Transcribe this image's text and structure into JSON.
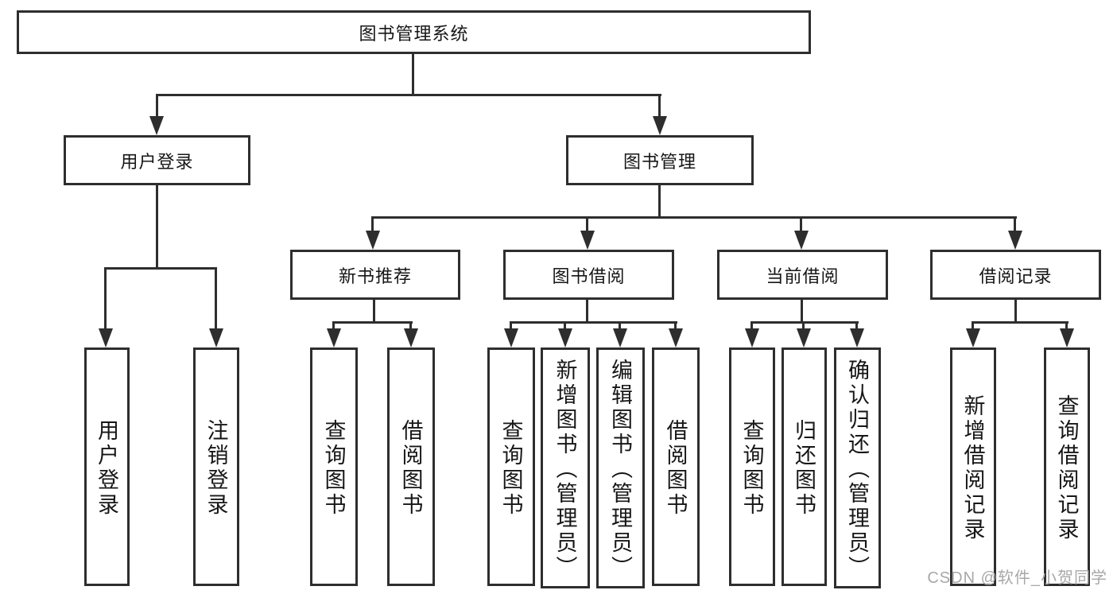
{
  "colors": {
    "line": "#2e2e2e",
    "text": "#161616",
    "watermark": "#a8a8a8",
    "background": "#ffffff"
  },
  "tree": {
    "label": "图书管理系统",
    "children": [
      {
        "label": "用户登录",
        "children": [
          {
            "label": "用户登录"
          },
          {
            "label": "注销登录"
          }
        ]
      },
      {
        "label": "图书管理",
        "children": [
          {
            "label": "新书推荐",
            "children": [
              {
                "label": "查询图书"
              },
              {
                "label": "借阅图书"
              }
            ]
          },
          {
            "label": "图书借阅",
            "children": [
              {
                "label": "查询图书"
              },
              {
                "label": "新增图书（管理员）"
              },
              {
                "label": "编辑图书（管理员）"
              },
              {
                "label": "借阅图书"
              }
            ]
          },
          {
            "label": "当前借阅",
            "children": [
              {
                "label": "查询图书"
              },
              {
                "label": "归还图书"
              },
              {
                "label": "确认归还（管理员）"
              }
            ]
          },
          {
            "label": "借阅记录",
            "children": [
              {
                "label": "新增借阅记录"
              },
              {
                "label": "查询借阅记录"
              }
            ]
          }
        ]
      }
    ]
  },
  "watermark": {
    "text": "CSDN @软件_小贺同学"
  }
}
